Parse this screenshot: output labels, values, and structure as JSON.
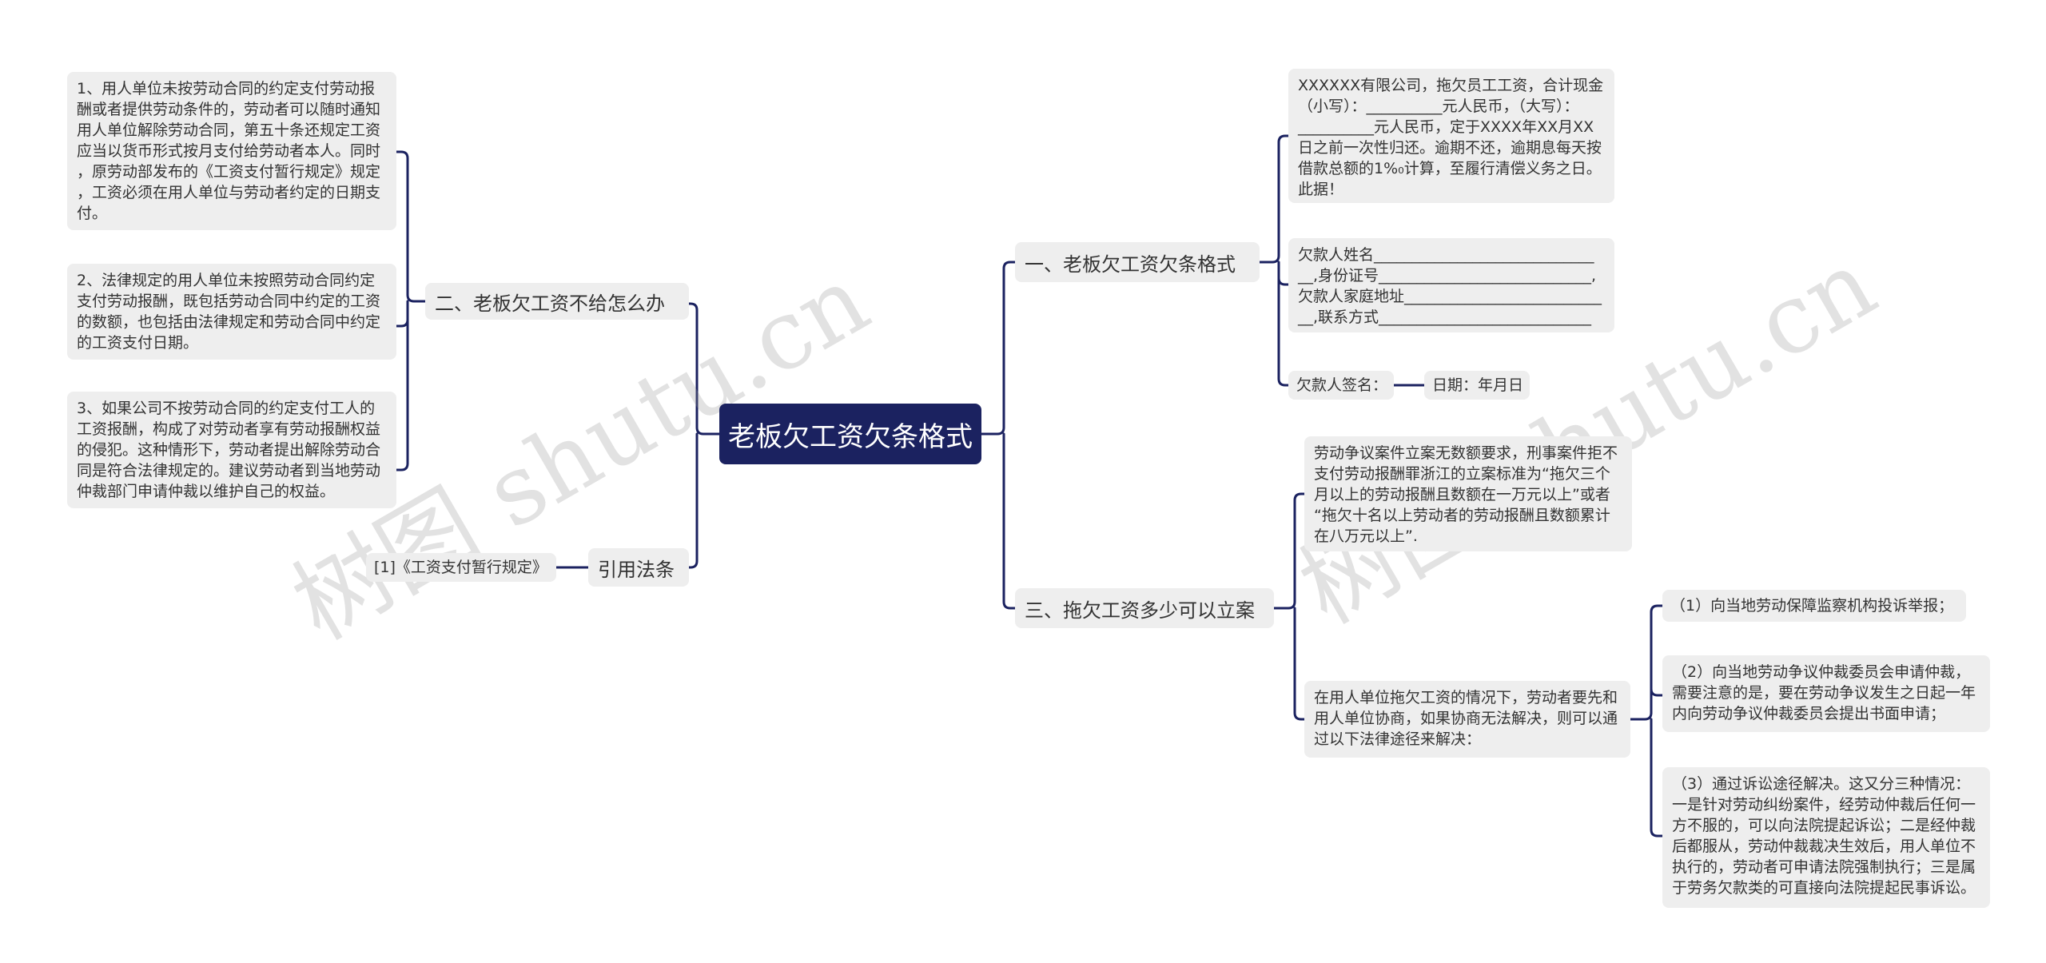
{
  "root": {
    "label": "老板欠工资欠条格式"
  },
  "branches": {
    "left_1": {
      "label": "二、老板欠工资不给怎么办",
      "children": [
        "1、用人单位未按劳动合同的约定支付劳动报\n酬或者提供劳动条件的，劳动者可以随时通知\n用人单位解除劳动合同，第五十条还规定工资\n应当以货币形式按月支付给劳动者本人。同时\n，原劳动部发布的《工资支付暂行规定》规定\n，工资必须在用人单位与劳动者约定的日期支\n付。",
        "2、法律规定的用人单位未按照劳动合同约定\n支付劳动报酬，既包括劳动合同中约定的工资\n的数额，也包括由法律规定和劳动合同中约定\n的工资支付日期。",
        "3、如果公司不按劳动合同的约定支付工人的\n工资报酬，构成了对劳动者享有劳动报酬权益\n的侵犯。这种情形下，劳动者提出解除劳动合\n同是符合法律规定的。建议劳动者到当地劳动\n仲裁部门申请仲裁以维护自己的权益。"
      ]
    },
    "left_2": {
      "label": "引用法条",
      "children": [
        "[1]《工资支付暂行规定》"
      ]
    },
    "right_1": {
      "label": "一、老板欠工资欠条格式",
      "children": [
        "XXXXXX有限公司，拖欠员工工资，合计现金\n（小写）：__________元人民币，（大写）：\n__________元人民币，定于XXXX年XX月XX\n日之前一次性归还。逾期不还，逾期息每天按\n借款总额的1%₀计算，至履行清偿义务之日。\n此据！",
        "欠款人姓名_____________________________\n__,身份证号____________________________,\n欠款人家庭地址__________________________\n__,联系方式____________________________"
      ],
      "signature": {
        "label": "欠款人签名：",
        "date": "日期：年月日"
      }
    },
    "right_2": {
      "label": "三、拖欠工资多少可以立案",
      "children": [
        "劳动争议案件立案无数额要求，刑事案件拒不\n支付劳动报酬罪浙江的立案标准为“拖欠三个\n月以上的劳动报酬且数额在一万元以上”或者\n“拖欠十名以上劳动者的劳动报酬且数额累计\n在八万元以上”.",
        "在用人单位拖欠工资的情况下，劳动者要先和\n用人单位协商，如果协商无法解决，则可以通\n过以下法律途径来解决："
      ],
      "sub_children": [
        "（1）向当地劳动保障监察机构投诉举报；",
        "（2）向当地劳动争议仲裁委员会申请仲裁，\n需要注意的是，要在劳动争议发生之日起一年\n内向劳动争议仲裁委员会提出书面申请；",
        "（3）通过诉讼途径解决。这又分三种情况：\n一是针对劳动纠纷案件，经劳动仲裁后任何一\n方不服的，可以向法院提起诉讼；二是经仲裁\n后都服从，劳动仲裁裁决生效后，用人单位不\n执行的，劳动者可申请法院强制执行；三是属\n于劳务欠款类的可直接向法院提起民事诉讼。"
      ]
    }
  },
  "watermarks": [
    "树图 shutu.cn",
    "树图 shutu.cn"
  ],
  "colors": {
    "root_bg": "#1b2260",
    "node_bg": "#eeeeee",
    "line": "#1b2260"
  }
}
